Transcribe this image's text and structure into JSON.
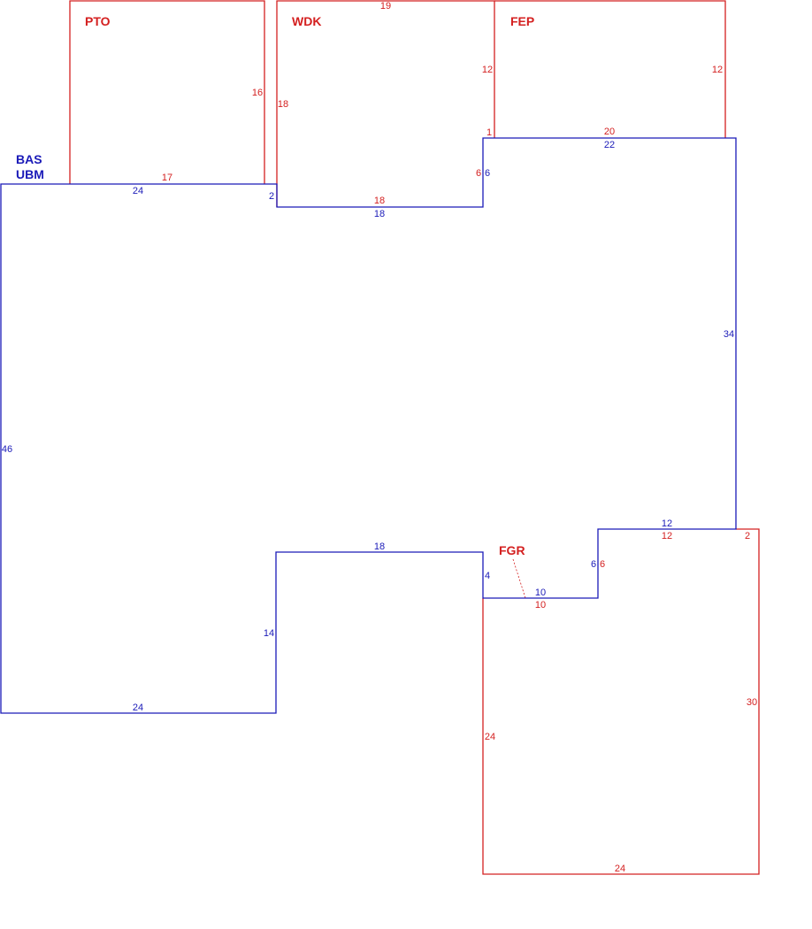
{
  "colors": {
    "main_area": "#1a1ab8",
    "secondary_area": "#d42020",
    "background": "#ffffff"
  },
  "areas": {
    "bas": "BAS",
    "ubm": "UBM",
    "pto": "PTO",
    "wdk": "WDK",
    "fep": "FEP",
    "fgr": "FGR"
  },
  "dimensions": {
    "bas_top_left": "24",
    "bas_step_pto": "2",
    "bas_wdk_bottom": "18",
    "bas_step_wdk": "6",
    "bas_top_right": "22",
    "bas_right": "34",
    "bas_step_top": "12",
    "bas_step_right": "6",
    "bas_fgr_edge": "10",
    "bas_step_fgr": "4",
    "bas_notch_top": "18",
    "bas_notch_side": "14",
    "bas_bottom": "24",
    "bas_left": "46",
    "pto_right": "16",
    "pto_bottom": "17",
    "wdk_top": "19",
    "wdk_left": "18",
    "wdk_right": "12",
    "wdk_step": "1",
    "wdk_inner": "6",
    "wdk_bottom": "18",
    "fep_right": "12",
    "fep_bottom": "20",
    "fgr_top": "12",
    "fgr_top_right": "2",
    "fgr_step": "6",
    "fgr_inner": "10",
    "fgr_right": "30",
    "fgr_left": "24",
    "fgr_bottom": "24"
  }
}
